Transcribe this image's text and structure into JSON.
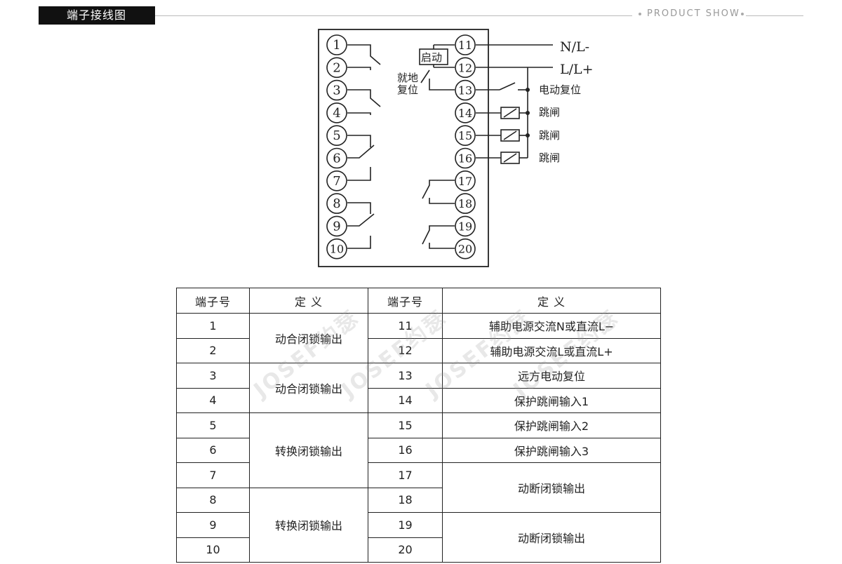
{
  "header": {
    "tab_title": "端子接线图",
    "product_show": "PRODUCT SHOW"
  },
  "diagram": {
    "terminals_left": [
      "1",
      "2",
      "3",
      "4",
      "5",
      "6",
      "7",
      "8",
      "9",
      "10"
    ],
    "terminals_right": [
      "11",
      "12",
      "13",
      "14",
      "15",
      "16",
      "17",
      "18",
      "19",
      "20"
    ],
    "labels": {
      "start": "启动",
      "local_reset_1": "就地",
      "local_reset_2": "复位",
      "n_l_minus": "N/L-",
      "l_l_plus": "L/L+",
      "electric_reset": "电动复位",
      "trip_1": "跳闸",
      "trip_2": "跳闸",
      "trip_3": "跳闸"
    }
  },
  "table": {
    "headers": [
      "端子号",
      "定  义",
      "端子号",
      "定  义"
    ],
    "left_rows": [
      "1",
      "2",
      "3",
      "4",
      "5",
      "6",
      "7",
      "8",
      "9",
      "10"
    ],
    "left_groups": [
      "动合闭锁输出",
      "动合闭锁输出",
      "转换闭锁输出",
      "转换闭锁输出"
    ],
    "right_rows": [
      "11",
      "12",
      "13",
      "14",
      "15",
      "16",
      "17",
      "18",
      "19",
      "20"
    ],
    "right_defs": [
      "辅助电源交流N或直流L−",
      "辅助电源交流L或直流L+",
      "远方电动复位",
      "保护跳闸输入1",
      "保护跳闸输入2",
      "保护跳闸输入3"
    ],
    "right_groups": [
      "动断闭锁输出",
      "动断闭锁输出"
    ]
  },
  "watermark": "JOSEF约瑟"
}
